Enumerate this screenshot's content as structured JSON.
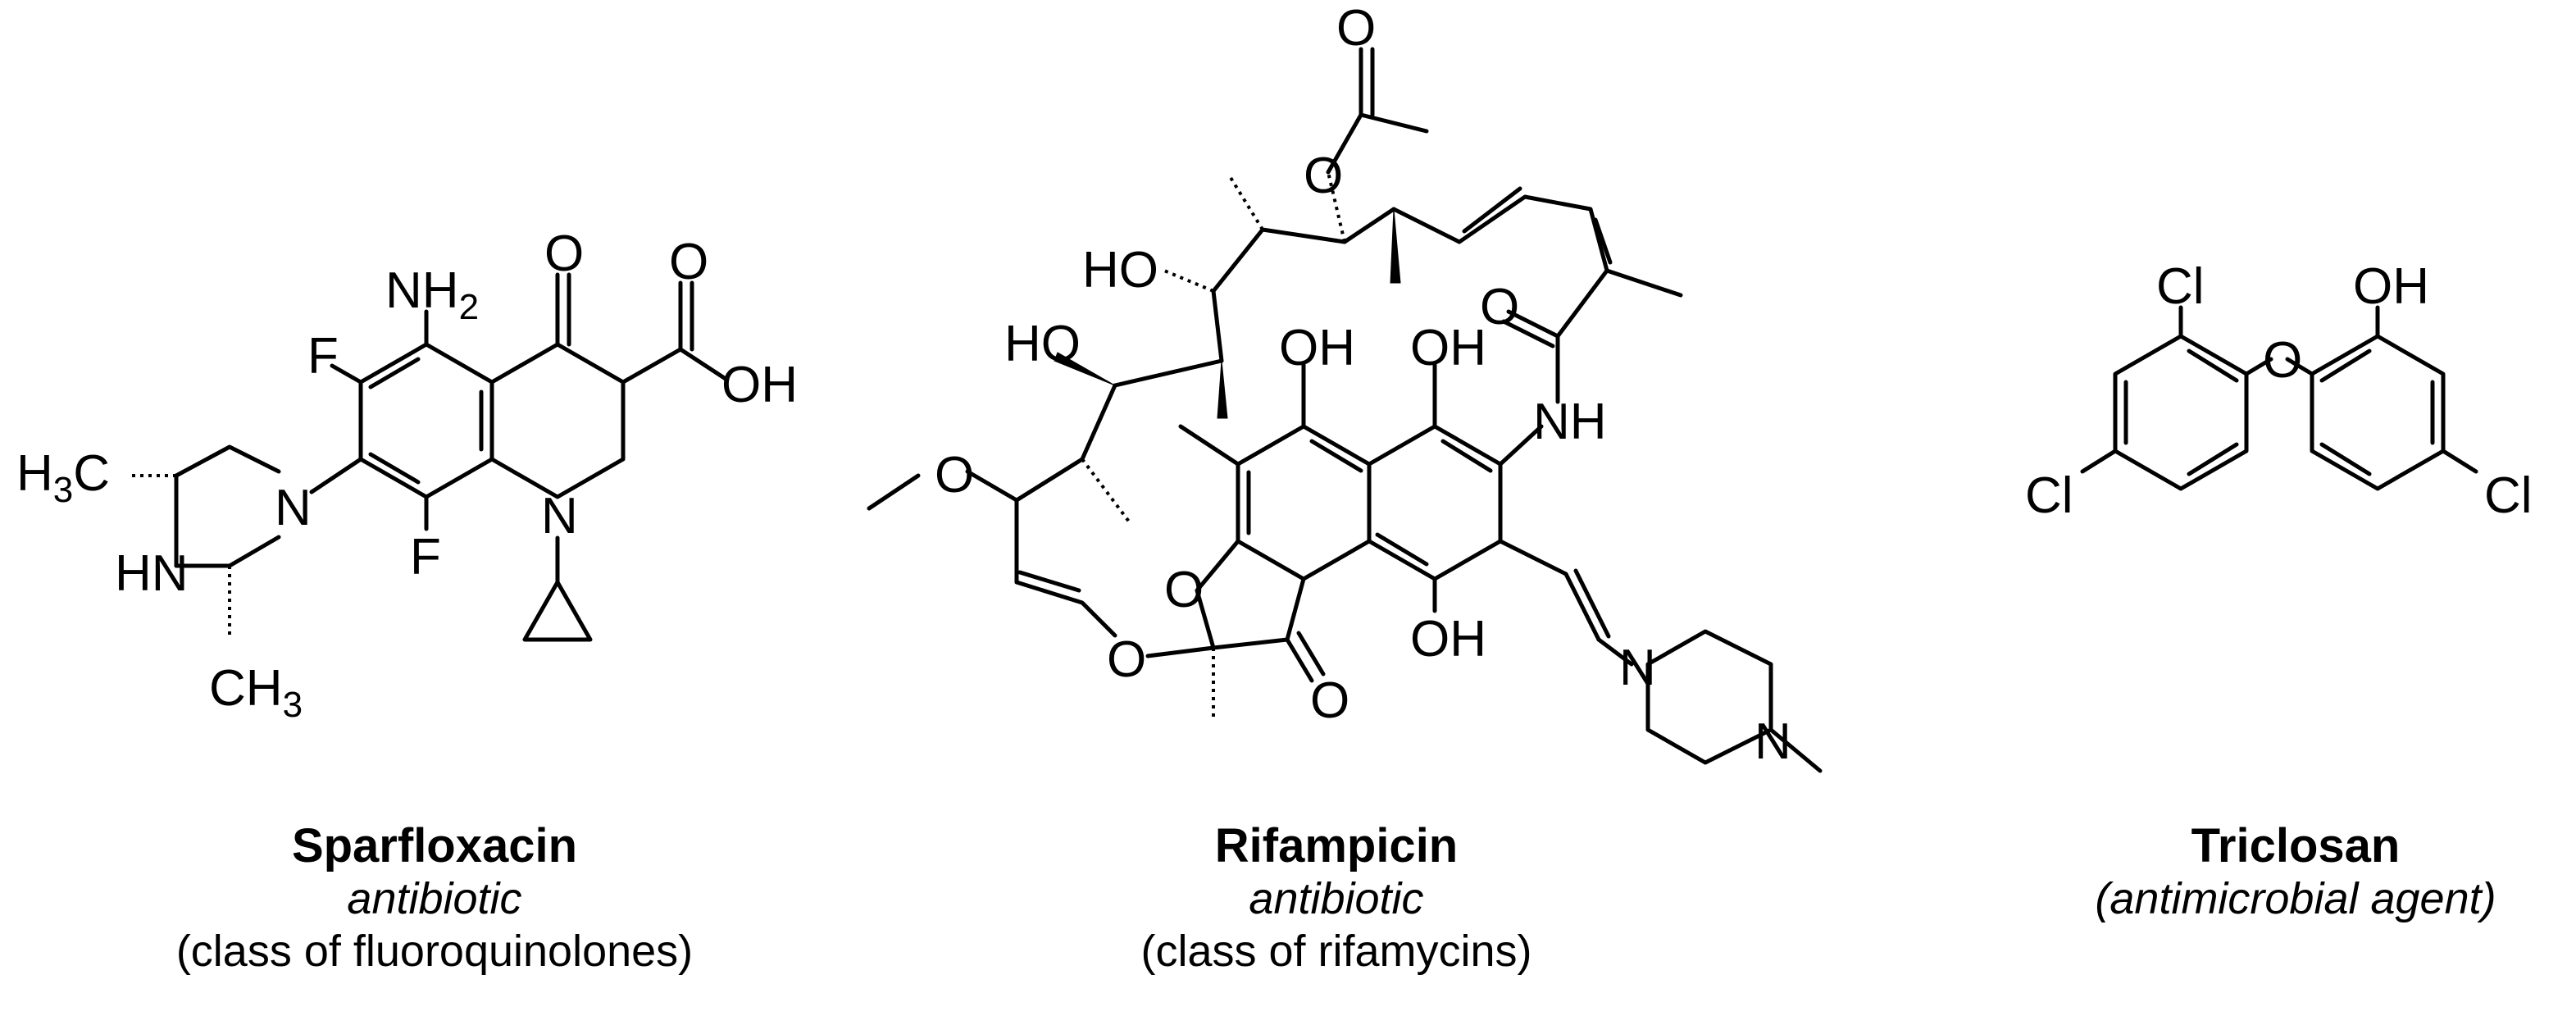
{
  "compounds": [
    {
      "id": "sparfloxacin",
      "name": "Sparfloxacin",
      "role": "antibiotic",
      "class": "(class of fluoroquinolones)",
      "atoms": {
        "nh2": "NH",
        "nh2_sub": "2",
        "o_ketone": "O",
        "o_acid": "O",
        "oh_acid": "OH",
        "f1": "F",
        "f2": "F",
        "n_ring": "N",
        "n_pip": "N",
        "hn": "HN",
        "ch3_top": "H",
        "ch3_top_sub": "3",
        "ch3_top_c": "C",
        "ch3_bot": "CH",
        "ch3_bot_sub": "3"
      }
    },
    {
      "id": "rifampicin",
      "name": "Rifampicin",
      "role": "antibiotic",
      "class": "(class of rifamycins)",
      "atoms": {
        "o_acetyl_top": "O",
        "o_acetyl": "O",
        "ho1": "HO",
        "ho2": "HO",
        "oh1": "OH",
        "oh2": "OH",
        "oh3": "OH",
        "o_amide": "O",
        "nh": "NH",
        "o_methoxy": "O",
        "o_furan": "O",
        "o_ether": "O",
        "o_lactone": "O",
        "n_pip1": "N",
        "n_pip2": "N"
      }
    },
    {
      "id": "triclosan",
      "name": "Triclosan",
      "role": "",
      "class": "(antimicrobial agent)",
      "atoms": {
        "cl1": "Cl",
        "cl2": "Cl",
        "cl3": "Cl",
        "oh": "OH",
        "o_bridge": "O"
      }
    }
  ],
  "colors": {
    "ink": "#000000",
    "background": "#ffffff"
  }
}
